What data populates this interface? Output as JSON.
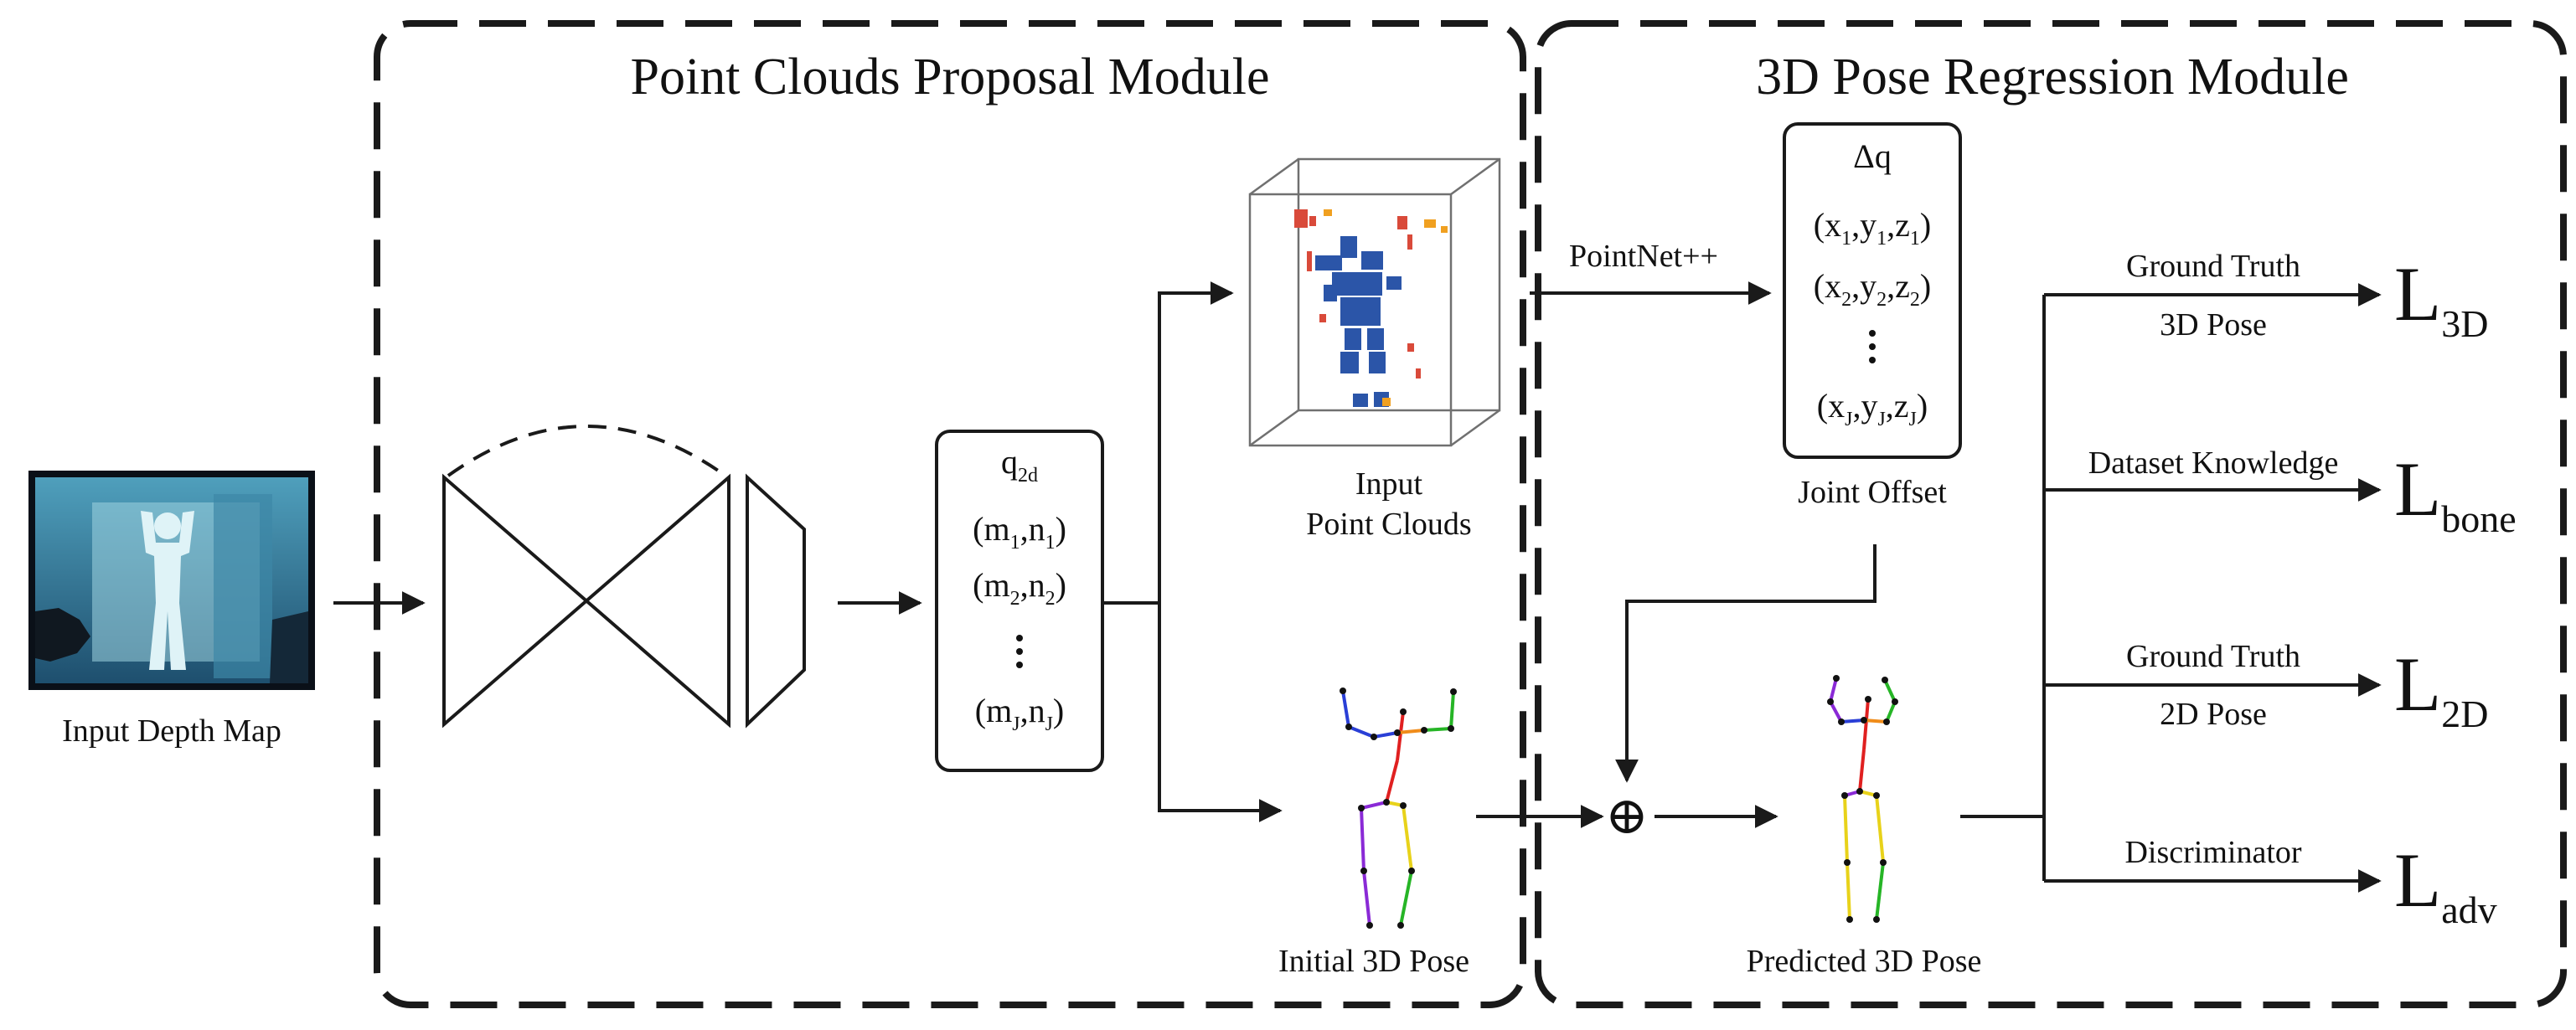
{
  "modules": {
    "left_title": "Point Clouds Proposal Module",
    "right_title": "3D Pose Regression Module"
  },
  "input": {
    "label": "Input Depth Map"
  },
  "q2d": {
    "header": "q",
    "header_sub": "2d",
    "rows": [
      {
        "a": "m",
        "a_sub": "1",
        "b": "n",
        "b_sub": "1"
      },
      {
        "a": "m",
        "a_sub": "2",
        "b": "n",
        "b_sub": "2"
      },
      {
        "a": "m",
        "a_sub": "J",
        "b": "n",
        "b_sub": "J"
      }
    ]
  },
  "point_clouds": {
    "label_line1": "Input",
    "label_line2": "Point Clouds"
  },
  "initial_pose": {
    "label": "Initial 3D Pose"
  },
  "pointnet": {
    "label": "PointNet++"
  },
  "offset_box": {
    "header": "Δq",
    "rows": [
      {
        "x": "x",
        "y": "y",
        "z": "z",
        "sub": "1"
      },
      {
        "x": "x",
        "y": "y",
        "z": "z",
        "sub": "2"
      },
      {
        "x": "x",
        "y": "y",
        "z": "z",
        "sub": "J"
      }
    ],
    "label": "Joint Offset"
  },
  "plus_symbol": "⊕",
  "predicted_pose": {
    "label": "Predicted 3D Pose"
  },
  "losses": [
    {
      "line1": "Ground Truth",
      "line2": "3D Pose",
      "L": "L",
      "sub": "3D"
    },
    {
      "line1": "Dataset Knowledge",
      "line2": "",
      "L": "L",
      "sub": "bone"
    },
    {
      "line1": "Ground Truth",
      "line2": "2D Pose",
      "L": "L",
      "sub": "2D"
    },
    {
      "line1": "Discriminator",
      "line2": "",
      "L": "L",
      "sub": "adv"
    }
  ],
  "colors": {
    "depth_bg": "#2f6b86",
    "depth_light": "#8cc7d6",
    "cloud_blue": "#2b55a8",
    "cloud_red": "#d94a3a",
    "cloud_orange": "#f0a020",
    "skel_red": "#e02020",
    "skel_orange": "#f08c1a",
    "skel_yellow": "#e8d21a",
    "skel_green": "#26b526",
    "skel_blue": "#2a3fd6",
    "skel_purple": "#8a2ad6"
  }
}
